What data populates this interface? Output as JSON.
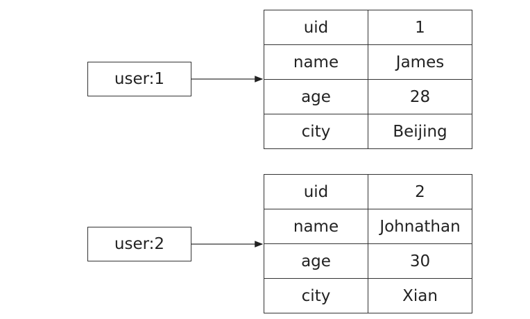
{
  "colors": {
    "stroke": "#333333",
    "text": "#222222",
    "background": "#ffffff"
  },
  "entries": [
    {
      "key": "user:1",
      "fields": [
        {
          "field": "uid",
          "value": "1"
        },
        {
          "field": "name",
          "value": "James"
        },
        {
          "field": "age",
          "value": "28"
        },
        {
          "field": "city",
          "value": "Beijing"
        }
      ]
    },
    {
      "key": "user:2",
      "fields": [
        {
          "field": "uid",
          "value": "2"
        },
        {
          "field": "name",
          "value": "Johnathan"
        },
        {
          "field": "age",
          "value": "30"
        },
        {
          "field": "city",
          "value": "Xian"
        }
      ]
    }
  ]
}
